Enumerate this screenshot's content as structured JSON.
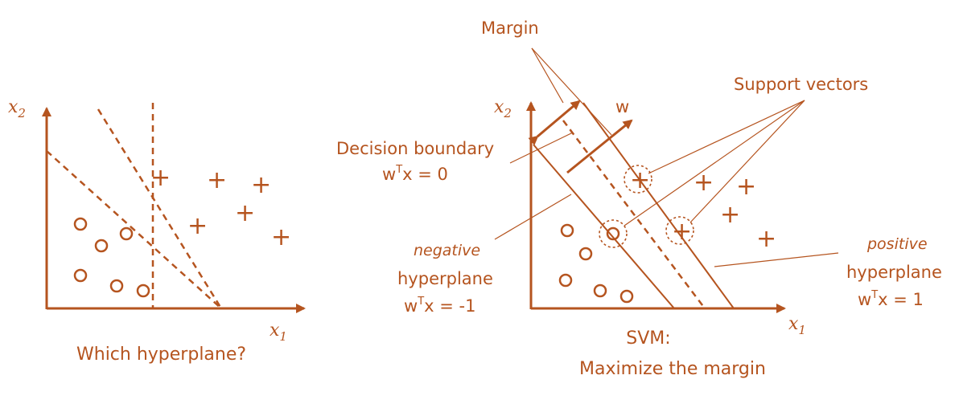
{
  "colors": {
    "ink": "#b5541f"
  },
  "left_plot": {
    "x_axis_label": "x",
    "x_axis_sub": "1",
    "y_axis_label": "x",
    "y_axis_sub": "2",
    "caption": "Which hyperplane?"
  },
  "right_plot": {
    "x_axis_label": "x",
    "x_axis_sub": "1",
    "y_axis_label": "x",
    "y_axis_sub": "2",
    "margin_label": "Margin",
    "w_label": "w",
    "support_vectors_label": "Support vectors",
    "decision_boundary_label": "Decision boundary",
    "decision_boundary_eq_w": "w",
    "decision_boundary_eq_sup": "T",
    "decision_boundary_eq_rest": "x = 0",
    "negative_label": "negative",
    "negative_hyperplane_label": "hyperplane",
    "negative_eq_w": "w",
    "negative_eq_sup": "T",
    "negative_eq_rest": "x = -1",
    "positive_label": "positive",
    "positive_hyperplane_label": "hyperplane",
    "positive_eq_w": "w",
    "positive_eq_sup": "T",
    "positive_eq_rest": "x = 1",
    "caption_line1": "SVM:",
    "caption_line2": "Maximize the margin"
  },
  "symbols": {
    "plus": "+"
  }
}
